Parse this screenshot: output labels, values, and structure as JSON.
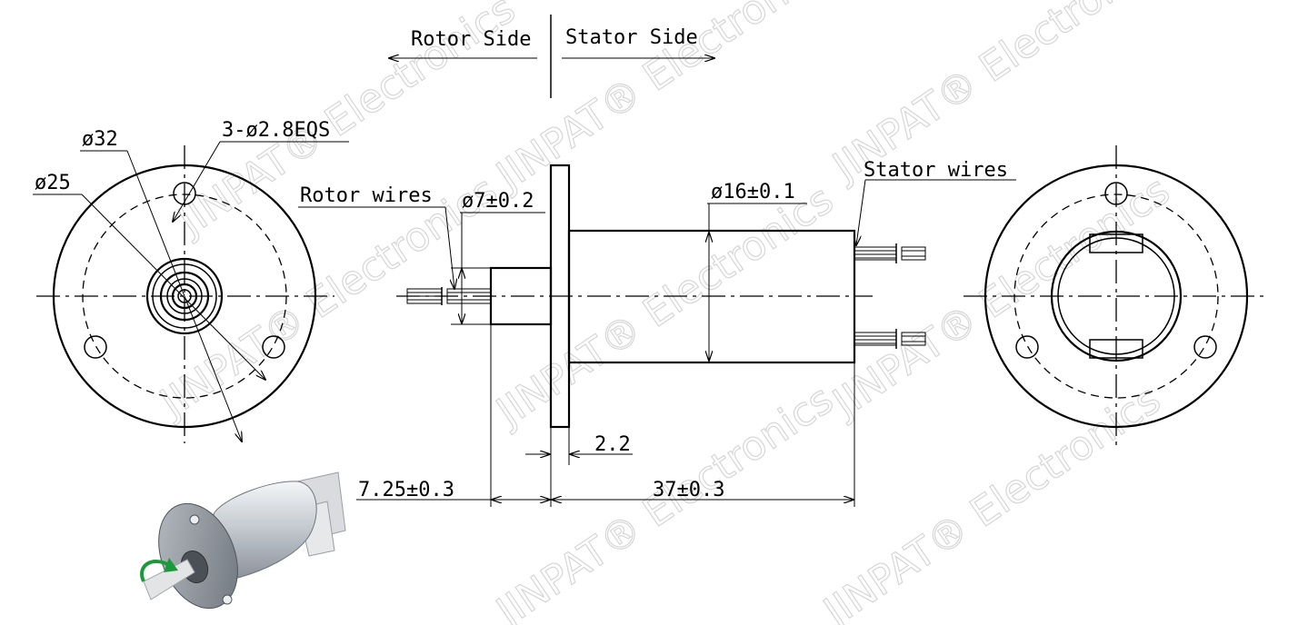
{
  "header": {
    "rotor_side": "Rotor Side",
    "stator_side": "Stator Side"
  },
  "labels": {
    "dia_32": "ø32",
    "dia_25": "ø25",
    "holes": "3-ø2.8EQS",
    "rotor_wires": "Rotor wires",
    "dia_7": "ø7±0.2",
    "dia_16": "ø16±0.1",
    "stator_wires": "Stator wires",
    "flange_thk": "2.2",
    "rotor_len": "7.25±0.3",
    "body_len": "37±0.3"
  },
  "watermark": {
    "text": "JINPAT® Electronics"
  },
  "colors": {
    "line": "#000000",
    "watermark": "#d6d6d6",
    "rotation_arrow": "#1a9a3a"
  }
}
